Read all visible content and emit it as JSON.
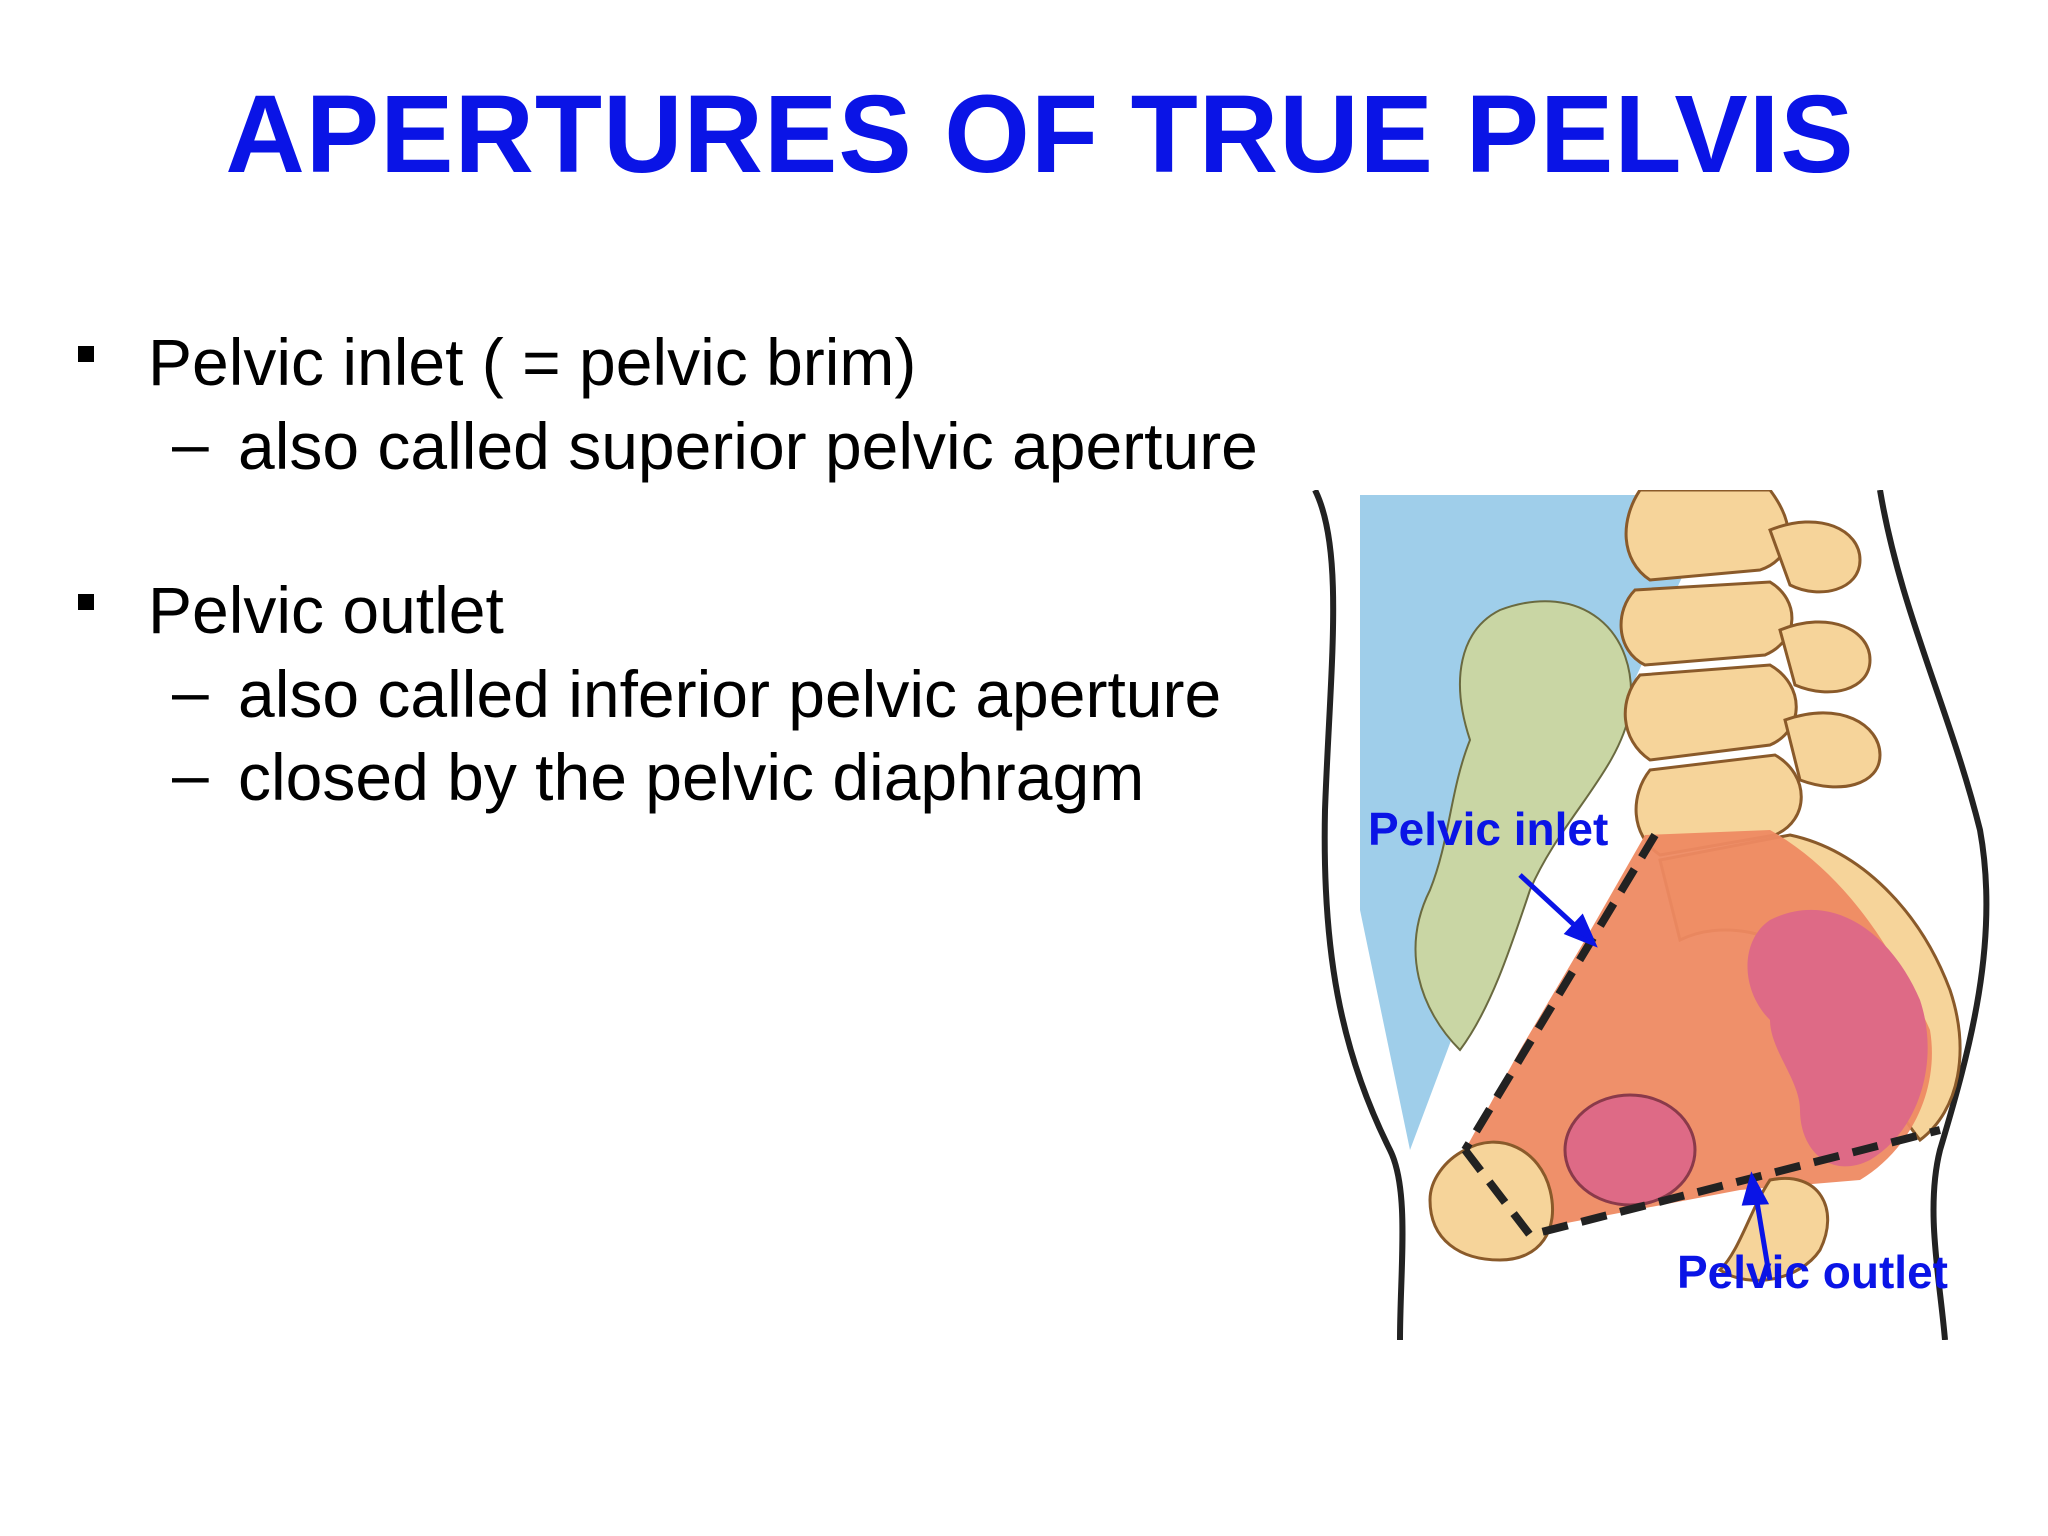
{
  "slide": {
    "title": "APERTURES OF TRUE PELVIS",
    "bullets": [
      {
        "text": "Pelvic inlet ( = pelvic brim)",
        "subs": [
          "also called superior pelvic aperture"
        ]
      },
      {
        "text": "Pelvic outlet",
        "subs": [
          "also called inferior pelvic aperture",
          "closed by the pelvic diaphragm"
        ]
      }
    ],
    "sub_marker": "–"
  },
  "figure": {
    "labels": {
      "inlet": "Pelvic inlet",
      "outlet": "Pelvic outlet"
    },
    "colors": {
      "label": "#0a14e6",
      "abdomen": "#8ec6e6",
      "bladder": "#c9d6a4",
      "bone": "#f6d49a",
      "bone_outline": "#8a5a2a",
      "pelvic_cavity": "#ee8a62",
      "organ": "#de6a86",
      "outline": "#222222"
    }
  }
}
